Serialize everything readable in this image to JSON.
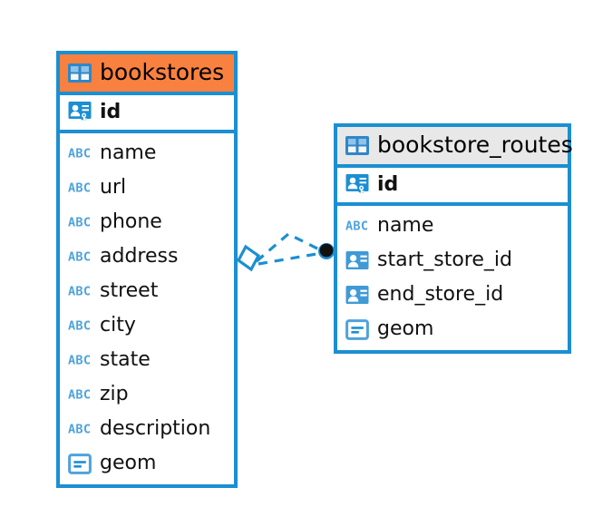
{
  "diagram": {
    "type": "entity-relationship-diagram",
    "background": "#ffffff",
    "accent_blue": "#1b8fd2",
    "accent_orange": "#f9813f",
    "header_gray": "#e8e8e8",
    "connector_color": "#1b8fd2",
    "endpoint_dot_color": "#111111"
  },
  "entities": [
    {
      "name": "bookstores",
      "header_style": "accent-orange",
      "table_icon": "table-icon",
      "primary_key": {
        "label": "id",
        "icon": "primary-key-icon"
      },
      "fields": [
        {
          "label": "name",
          "icon": "abc-text-icon"
        },
        {
          "label": "url",
          "icon": "abc-text-icon"
        },
        {
          "label": "phone",
          "icon": "abc-text-icon"
        },
        {
          "label": "address",
          "icon": "abc-text-icon"
        },
        {
          "label": "street",
          "icon": "abc-text-icon"
        },
        {
          "label": "city",
          "icon": "abc-text-icon"
        },
        {
          "label": "state",
          "icon": "abc-text-icon"
        },
        {
          "label": "zip",
          "icon": "abc-text-icon"
        },
        {
          "label": "description",
          "icon": "abc-text-icon"
        },
        {
          "label": "geom",
          "icon": "geometry-icon"
        }
      ]
    },
    {
      "name": "bookstore_routes",
      "header_style": "accent-gray",
      "table_icon": "table-icon",
      "primary_key": {
        "label": "id",
        "icon": "primary-key-icon"
      },
      "fields": [
        {
          "label": "name",
          "icon": "abc-text-icon"
        },
        {
          "label": "start_store_id",
          "icon": "foreign-key-icon"
        },
        {
          "label": "end_store_id",
          "icon": "foreign-key-icon"
        },
        {
          "label": "geom",
          "icon": "geometry-icon"
        }
      ]
    }
  ],
  "relationship": {
    "from_entity": "bookstores",
    "to_entity": "bookstore_routes",
    "line_style": "dashed",
    "source_marker": "diamond-marker",
    "target_marker": "filled-circle-marker"
  }
}
